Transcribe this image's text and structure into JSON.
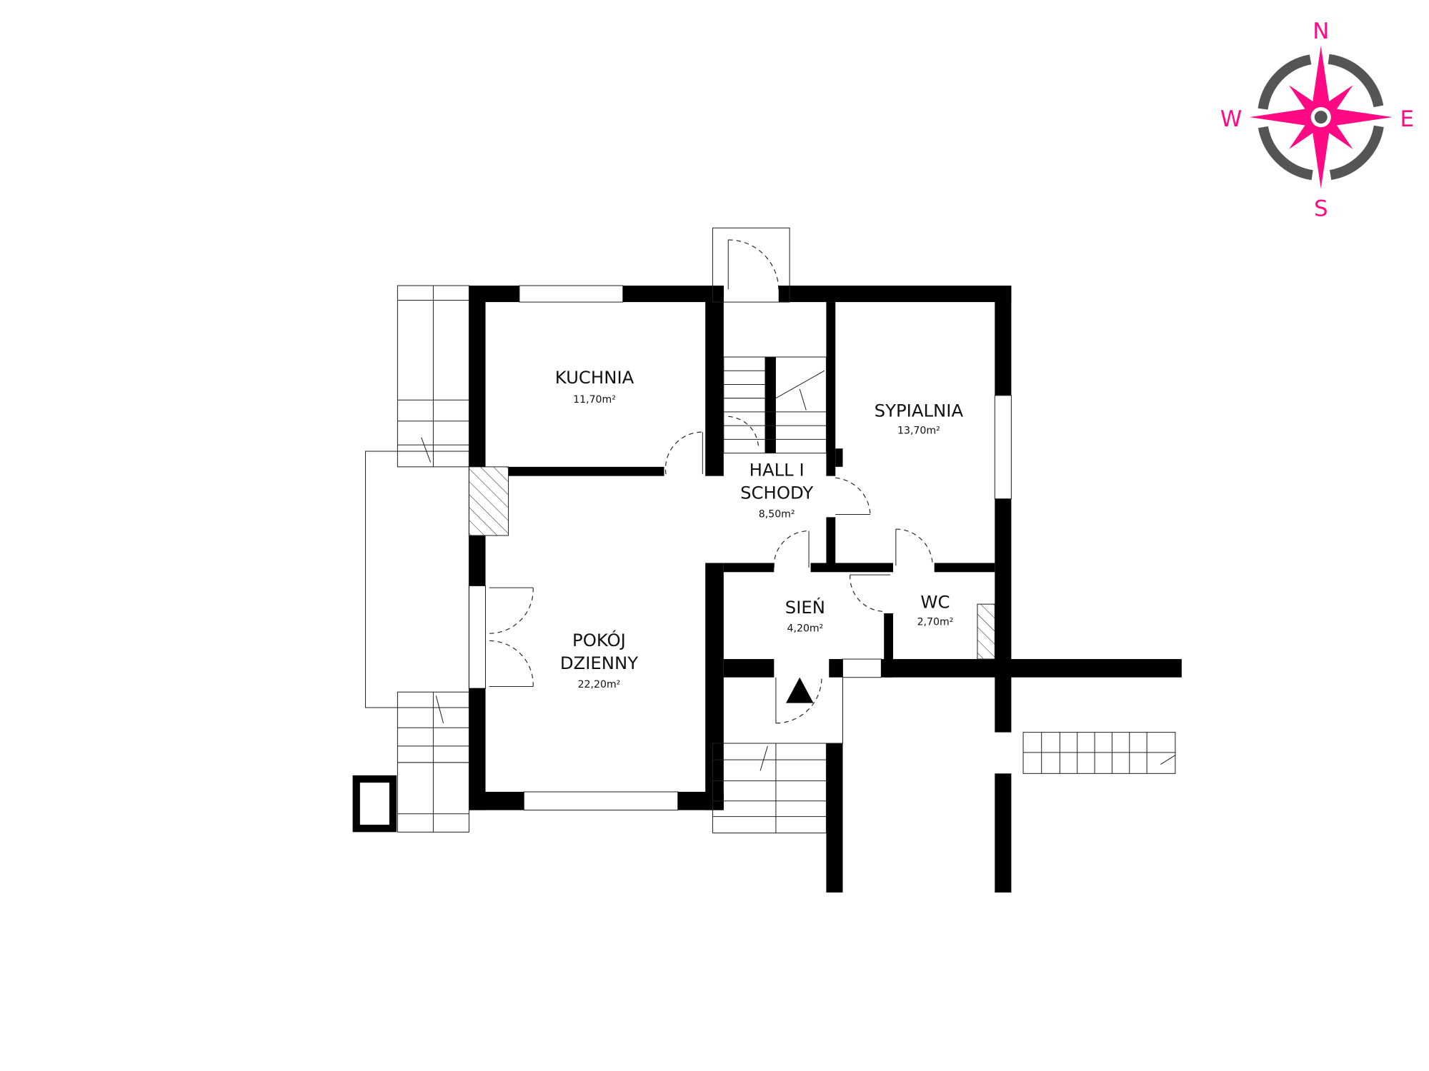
{
  "plan": {
    "rooms": [
      {
        "name": "KUCHNIA",
        "area": "11,70m²"
      },
      {
        "name": "SYPIALNIA",
        "area": "13,70m²"
      },
      {
        "name_line1": "HALL I",
        "name_line2": "SCHODY",
        "area": "8,50m²"
      },
      {
        "name": "SIEŃ",
        "area": "4,20m²"
      },
      {
        "name": "WC",
        "area": "2,70m²"
      },
      {
        "name_line1": "POKÓJ",
        "name_line2": "DZIENNY",
        "area": "22,20m²"
      }
    ]
  },
  "compass": {
    "n": "N",
    "s": "S",
    "e": "E",
    "w": "W",
    "accent": "#ff0a84",
    "ring": "#555555"
  }
}
